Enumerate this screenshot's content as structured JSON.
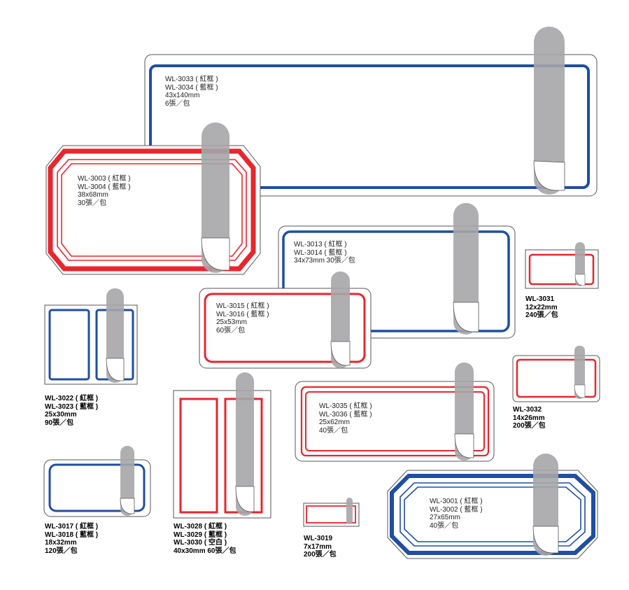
{
  "colors": {
    "red": "#e8262d",
    "blue": "#1f4ea3",
    "tab_gray": "#a6a6a8",
    "sheet_border": "#555555"
  },
  "labels": {
    "wl3033": [
      "WL-3033 ( 紅框 )",
      "WL-3034 ( 藍框 )",
      "43x140mm",
      "6張／包"
    ],
    "wl3003": [
      "WL-3003 ( 紅框 )",
      "WL-3004 ( 藍框 )",
      "38x68mm",
      "30張／包"
    ],
    "wl3013": [
      "WL-3013 ( 紅框 )",
      "WL-3014 ( 藍框 )",
      "34x73mm  30張／包"
    ],
    "wl3015": [
      "WL-3015 ( 紅框 )",
      "WL-3016 ( 藍框 )",
      "25x53mm",
      "60張／包"
    ],
    "wl3031": [
      "WL-3031",
      "12x22mm",
      "240張／包"
    ],
    "wl3022": [
      "WL-3022 ( 紅框 )",
      "WL-3023 ( 藍框 )",
      "25x30mm",
      "90張／包"
    ],
    "wl3035": [
      "WL-3035 ( 紅框 )",
      "WL-3036 ( 藍框 )",
      "25x62mm",
      "40張／包"
    ],
    "wl3032": [
      "WL-3032",
      "14x26mm",
      "200張／包"
    ],
    "wl3017": [
      "WL-3017 ( 紅框 )",
      "WL-3018 ( 藍框 )",
      "18x32mm",
      "120張／包"
    ],
    "wl3028": [
      "WL-3028 ( 紅框 )",
      "WL-3029 ( 藍框 )",
      "WL-3030 ( 空白 )",
      "40x30mm  60張／包"
    ],
    "wl3019": [
      "WL-3019",
      "7x17mm",
      "200張／包"
    ],
    "wl3001": [
      "WL-3001 ( 紅框 )",
      "WL-3002 ( 藍框 )",
      "27x65mm",
      "40張／包"
    ]
  }
}
